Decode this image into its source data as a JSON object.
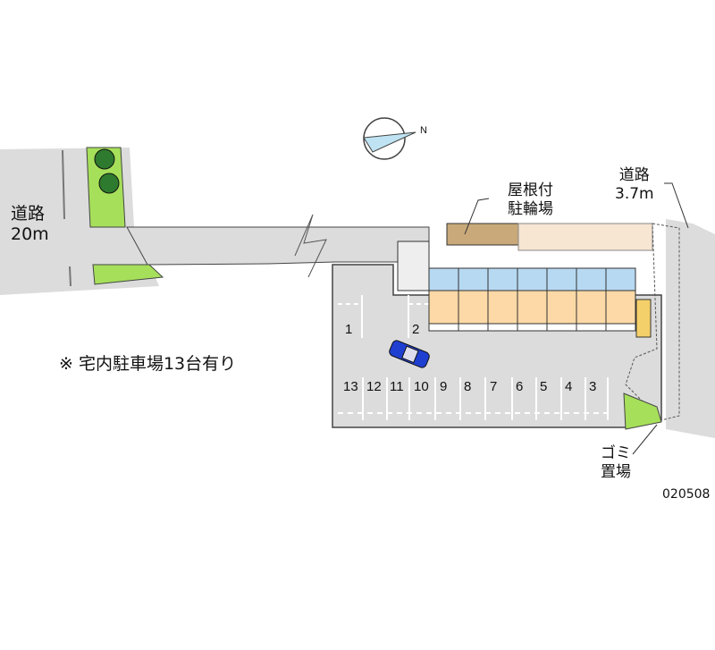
{
  "labels": {
    "main_road": [
      "道路",
      "20m"
    ],
    "side_road": [
      "道路",
      "3.7m"
    ],
    "bicycle_parking": [
      "屋根付",
      "駐輪場"
    ],
    "garbage": [
      "ゴミ",
      "置場"
    ],
    "note": "※ 宅内駐車場13台有り",
    "compass_north": "N",
    "code": "020508"
  },
  "parking_numbers": [
    "1",
    "2",
    "3",
    "4",
    "5",
    "6",
    "7",
    "8",
    "9",
    "10",
    "11",
    "12",
    "13"
  ],
  "colors": {
    "road": "#dcdcdc",
    "green": "#a6e05a",
    "unit_blue": "#b7d9f2",
    "unit_orange": "#fcd9a6",
    "car": "#1f3fd0",
    "deck": "#f6e6d2"
  }
}
